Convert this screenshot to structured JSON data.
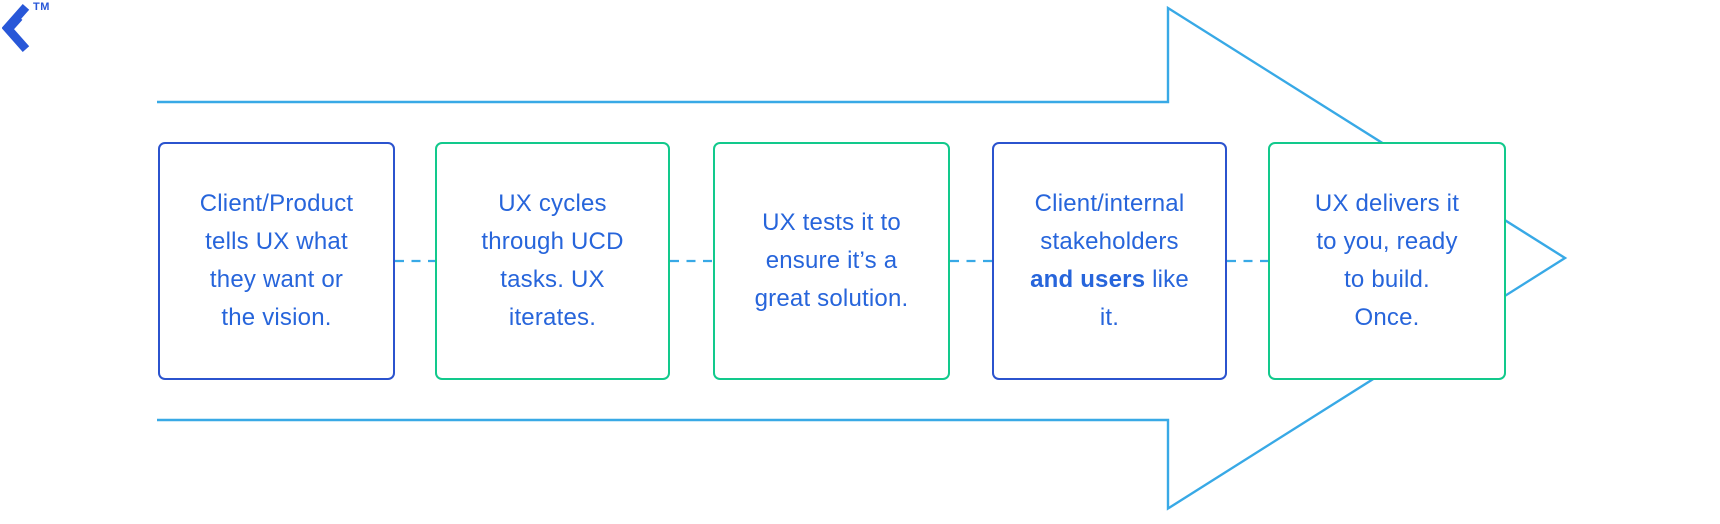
{
  "logo": {
    "trademark": "TM"
  },
  "colors": {
    "arrow": "#38a9e6",
    "blue": "#2b53ce",
    "green": "#12c98c",
    "text": "#2765db",
    "logo": "#2857d8",
    "background": "#ffffff"
  },
  "flow": {
    "steps": [
      {
        "border": "blue",
        "lines": [
          "Client/Product",
          "tells UX what",
          "they want or",
          "the vision."
        ]
      },
      {
        "border": "green",
        "lines": [
          "UX cycles",
          "through UCD",
          "tasks. UX",
          "iterates."
        ]
      },
      {
        "border": "green",
        "lines": [
          "UX tests it to",
          "ensure it’s a",
          "great solution."
        ]
      },
      {
        "border": "blue",
        "lines": [
          "Client/internal",
          "stakeholders"
        ],
        "bold_segment": "and users",
        "after_bold": " like",
        "last_line": "it."
      },
      {
        "border": "green",
        "lines": [
          "UX delivers it",
          "to you, ready",
          "to build.",
          "Once."
        ]
      }
    ]
  }
}
